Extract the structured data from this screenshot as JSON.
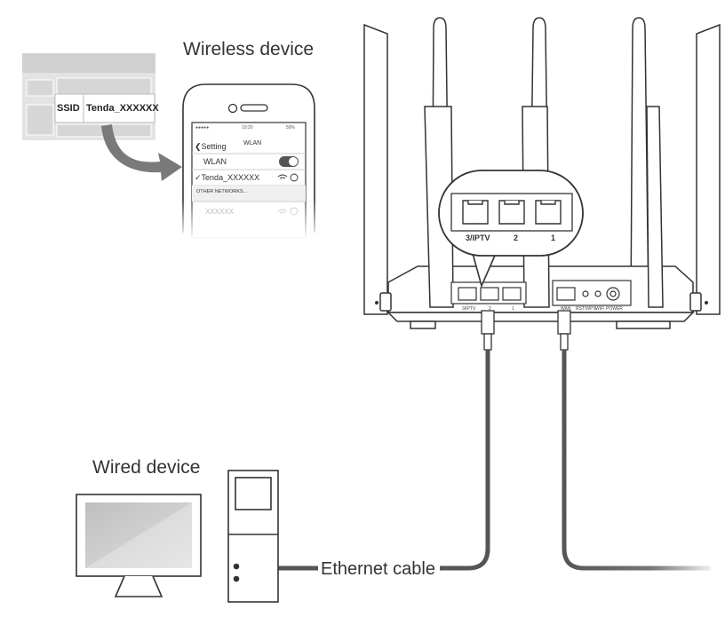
{
  "labels": {
    "wireless_device": "Wireless device",
    "wired_device": "Wired device",
    "ethernet_cable": "Ethernet cable"
  },
  "sticker": {
    "ssid_key": "SSID",
    "ssid_value": "Tenda_XXXXXX"
  },
  "phone": {
    "back_label": "Setting",
    "header_title": "WLAN",
    "wlan_label": "WLAN",
    "connected_network": "Tenda_XXXXXX",
    "other_networks_label": "OTHER NETWORKS...",
    "other_network": "XXXXXX",
    "status_time": "10:20",
    "status_battery": "59%"
  },
  "router": {
    "zoom_ports": [
      "3/IPTV",
      "2",
      "1"
    ],
    "rear_ports": [
      "3/IPTV",
      "2",
      "1"
    ],
    "wan_label": "WAN",
    "rst_label": "RST/WPS",
    "wifi_label": "WiFi",
    "power_label": "POWER"
  },
  "colors": {
    "stroke": "#333333",
    "sticker_gray": "#e0e0e0",
    "arrow_gray": "#7a7a7a",
    "cable": "#555555",
    "screen_fill": "#c8c8c8"
  }
}
